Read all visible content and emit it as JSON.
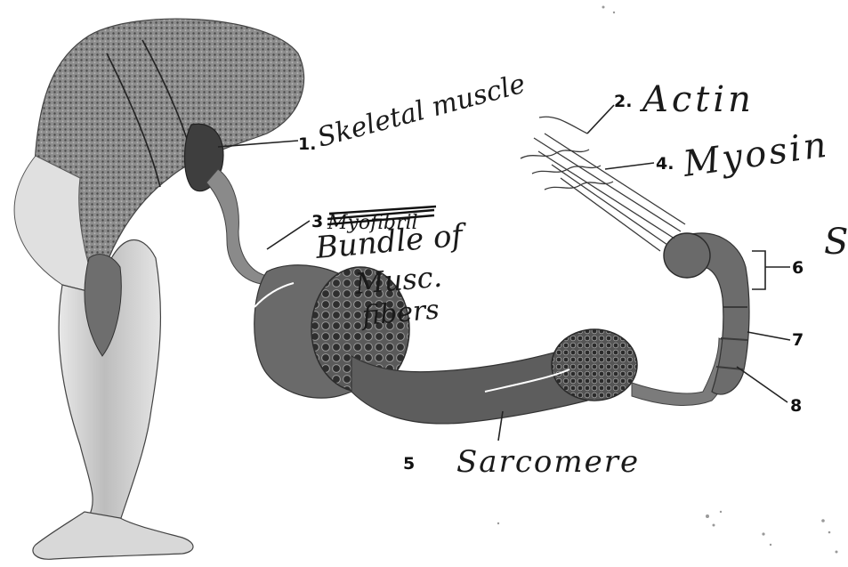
{
  "diagram": {
    "printed_labels": {
      "l1": "1.",
      "l2": "2.",
      "l3": "3",
      "l4": "4.",
      "l5": "5",
      "l6": "6",
      "l7": "7",
      "l8": "8"
    },
    "handwritten": {
      "skeletal_muscle": "Skeletal muscle",
      "actin": "Actin",
      "myosin": "Myosin",
      "crossed_out": "Myofibril",
      "bundle_line1": "Bundle of",
      "bundle_line2": "Musc.",
      "bundle_line3": "fibers",
      "sarcomere": "Sarcomere",
      "edge_letter": "S"
    }
  }
}
